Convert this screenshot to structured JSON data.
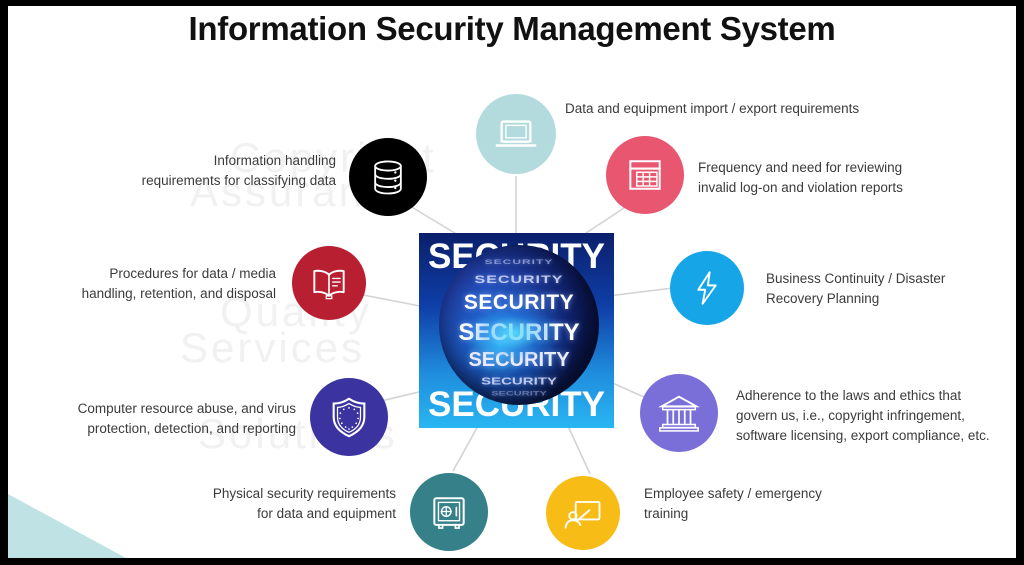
{
  "slide": {
    "title": "Information Security Management System",
    "background": "#ffffff",
    "frame_color": "#000000",
    "corner_accent_color": "#bfe2e4"
  },
  "watermark": {
    "line1": "Copyright",
    "line2": "Assurance",
    "line3": "Quality",
    "line4": "Services",
    "line5": "Solutions",
    "color": "#f1f1f1"
  },
  "center": {
    "name": "security-sphere-image",
    "text_top": "SECURITY",
    "text_bottom": "SECURITY",
    "sphere_rows": [
      "SECURITY",
      "SECURITY",
      "SECURITY",
      "SECURITY",
      "SECURITY",
      "SECURITY",
      "SECURITY"
    ],
    "bg_top_color": "#0b1f6b",
    "bg_bottom_color": "#29b6f2"
  },
  "connector_color": "#d3d3d3",
  "nodes": [
    {
      "id": "data-equipment",
      "icon": "laptop-icon",
      "color": "#b3dbdd",
      "label": "Data and equipment import / export requirements",
      "label_align": "left"
    },
    {
      "id": "review-frequency",
      "icon": "calendar-icon",
      "color": "#e8576f",
      "label": "Frequency and need for reviewing invalid log-on and violation reports",
      "label_line1": "Frequency and need for reviewing",
      "label_line2": "invalid log-on and violation reports",
      "label_align": "left"
    },
    {
      "id": "business-continuity",
      "icon": "lightning-bolt-icon",
      "color": "#16a6e8",
      "label": "Business Continuity / Disaster Recovery Planning",
      "label_line1": "Business Continuity / Disaster",
      "label_line2": "Recovery Planning",
      "label_align": "left"
    },
    {
      "id": "laws-ethics",
      "icon": "courthouse-icon",
      "color": "#7a6fd8",
      "label": "Adherence to the laws and ethics that govern us, i.e., copyright infringement, software licensing, export compliance, etc.",
      "label_line1": "Adherence to the laws and ethics that",
      "label_line2": "govern us, i.e., copyright infringement,",
      "label_line3": "software licensing, export compliance, etc.",
      "label_align": "left"
    },
    {
      "id": "employee-safety",
      "icon": "presentation-board-icon",
      "color": "#f7bc15",
      "label": "Employee safety / emergency training",
      "label_line1": "Employee safety / emergency",
      "label_line2": "training",
      "label_align": "left"
    },
    {
      "id": "physical-security",
      "icon": "safe-vault-icon",
      "color": "#368089",
      "label": "Physical security requirements for data and equipment",
      "label_line1": "Physical security requirements",
      "label_line2": "for data and equipment",
      "label_align": "right"
    },
    {
      "id": "computer-abuse",
      "icon": "shield-icon",
      "color": "#3b34a0",
      "label": "Computer resource abuse, and virus protection, detection, and reporting",
      "label_line1": "Computer resource abuse, and virus",
      "label_line2": "protection, detection, and reporting",
      "label_align": "right"
    },
    {
      "id": "data-media-procedures",
      "icon": "open-book-icon",
      "color": "#b81f31",
      "label": "Procedures for data / media handling, retention, and disposal",
      "label_line1": "Procedures for data / media",
      "label_line2": "handling, retention, and disposal",
      "label_align": "right"
    },
    {
      "id": "information-handling",
      "icon": "database-icon",
      "color": "#000000",
      "label": "Information handling requirements for classifying data",
      "label_line1": "Information handling",
      "label_line2": "requirements for classifying data",
      "label_align": "right"
    }
  ]
}
